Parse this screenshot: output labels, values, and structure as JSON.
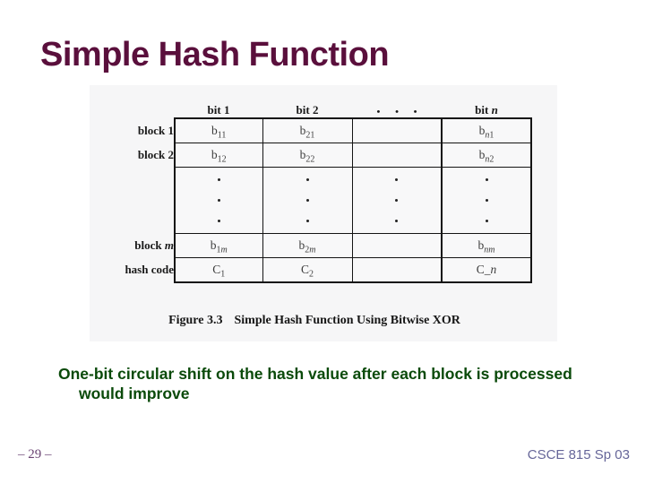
{
  "title": "Simple Hash Function",
  "figure": {
    "col_headers": [
      {
        "t": "bit 1",
        "dots": false
      },
      {
        "t": "bit 2",
        "dots": false
      },
      {
        "t": "• • •",
        "dots": true
      },
      {
        "t": "bit *n*",
        "dots": false
      }
    ],
    "rows": [
      {
        "type": "data",
        "label": "block 1",
        "cells": [
          "b_11_",
          "b_21_",
          "",
          "b_*n*1_"
        ]
      },
      {
        "type": "data",
        "label": "block 2",
        "cells": [
          "b_12_",
          "b_22_",
          "",
          "b_*n*2_"
        ]
      },
      {
        "type": "dots",
        "label": "",
        "cells": [
          "",
          "",
          "",
          ""
        ]
      },
      {
        "type": "data",
        "label": "block *m*",
        "cells": [
          "b_1*m*_",
          "b_2*m*_",
          "",
          "b_*n**m*_"
        ]
      },
      {
        "type": "data",
        "label": "hash code",
        "cells": [
          "C_1_",
          "C_2_",
          "",
          "C_*n*"
        ]
      }
    ],
    "caption_number": "Figure 3.3",
    "caption_text": "Simple Hash Function Using Bitwise XOR"
  },
  "body": {
    "text": "One-bit circular shift on the hash value after each block is processed would improve"
  },
  "footer": {
    "page_number": "– 29 –",
    "course_label": "CSCE 815 Sp 03"
  },
  "colors": {
    "title": "#5a0f3c",
    "body_text": "#0a4a0a",
    "page_number": "#6b4573",
    "course_label": "#666699",
    "figure_background": "#f6f6f7",
    "table_border": "#141414"
  }
}
